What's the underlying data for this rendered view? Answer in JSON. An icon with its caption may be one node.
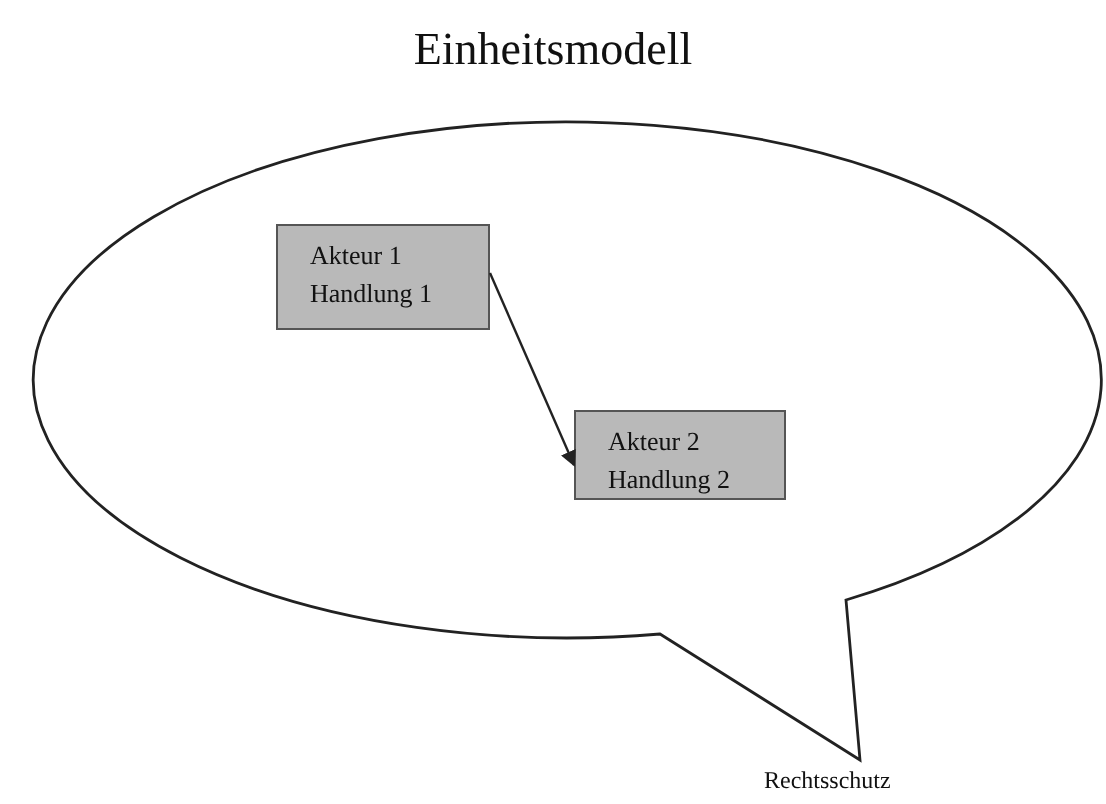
{
  "diagram": {
    "title": "Einheitsmodell",
    "nodes": [
      {
        "text": [],
        "shape": "bubble",
        "beside": [
          "Rechtsschutz"
        ]
      },
      {
        "text": [
          "Akteur 1",
          "Handlung 1"
        ],
        "in": 0
      },
      {
        "text": [
          "Akteur 2",
          "Handlung 2"
        ],
        "in": 0
      }
    ],
    "edges": [
      {
        "from": 1,
        "to": 2,
        "arrow": "to"
      }
    ]
  }
}
